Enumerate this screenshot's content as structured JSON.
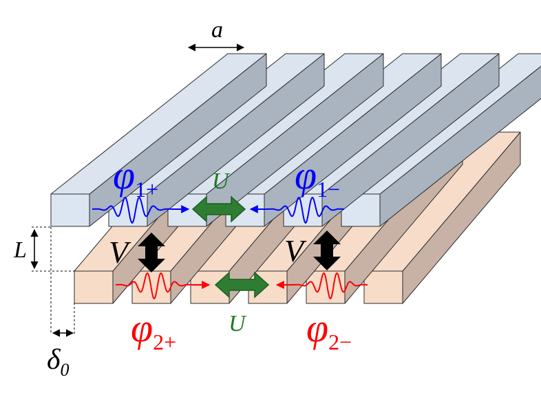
{
  "labels": {
    "a": "a",
    "L": "L",
    "delta": "δ",
    "delta_sub": "0",
    "V_top": "V",
    "V_bottom": "V",
    "U_top": "U",
    "U_bottom": "U",
    "phi": "φ",
    "phi1_plus_sub": "1+",
    "phi1_minus_sub": "1−",
    "phi2_plus_sub": "2+",
    "phi2_minus_sub": "2−"
  },
  "colors": {
    "top_front": "#dce6f2",
    "top_top": "#dbe4ef",
    "top_side": "#aab4c0",
    "bottom_front": "#f7dcc8",
    "bottom_top": "#f6dcc9",
    "bottom_side": "#c8b2a6",
    "blue": "#0000ff",
    "red": "#ff0000",
    "green": "#1f7a1f",
    "black": "#000000"
  },
  "icons": {
    "vertical_coupling": "double-arrow-vertical",
    "horizontal_coupling": "double-arrow-horizontal",
    "wave_packet": "wave-packet"
  }
}
